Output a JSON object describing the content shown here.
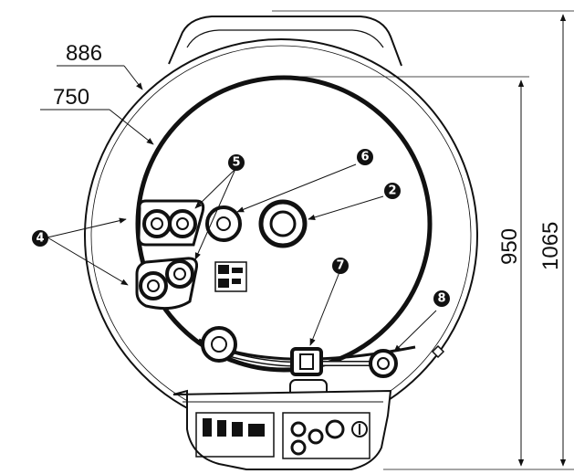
{
  "dimensions": {
    "outer_diameter": "886",
    "inner_diameter": "750",
    "inner_height": "950",
    "overall_height": "1065"
  },
  "callouts": {
    "c2": "2",
    "c4": "4",
    "c5": "5",
    "c6": "6",
    "c7": "7",
    "c8": "8"
  }
}
